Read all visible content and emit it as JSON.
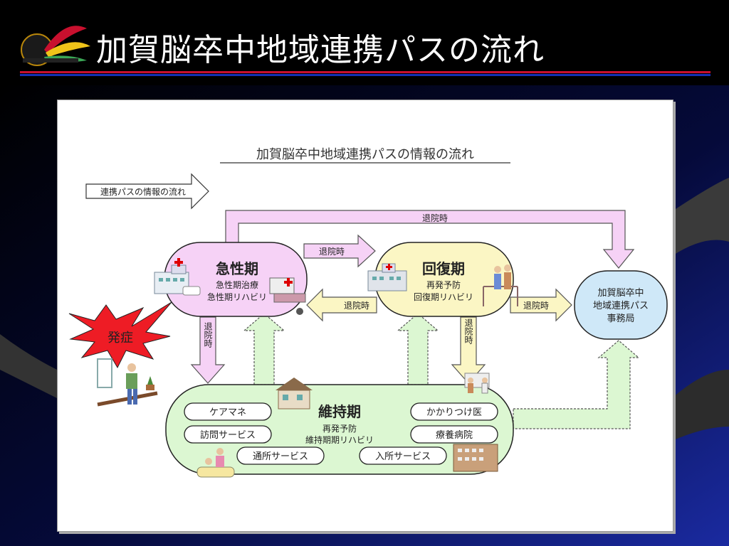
{
  "slide": {
    "title": "加賀脳卒中地域連携パスの流れ"
  },
  "diagram": {
    "title": "加賀脳卒中地域連携パスの情報の流れ",
    "legend_label": "連携パスの情報の流れ",
    "acute": {
      "title": "急性期",
      "line1": "急性期治療",
      "line2": "急性期リハビリ"
    },
    "recovery": {
      "title": "回復期",
      "line1": "再発予防",
      "line2": "回復期リハビリ"
    },
    "office": {
      "line1": "加賀脳卒中",
      "line2": "地域連携パス",
      "line3": "事務局"
    },
    "maintenance": {
      "title": "維持期",
      "line1": "再発予防",
      "line2": "維持期期リハビリ"
    },
    "services": {
      "care_manager": "ケアマネ",
      "home_visit": "訪問サービス",
      "day_service": "通所サービス",
      "family_doctor": "かかりつけ医",
      "care_hospital": "療養病院",
      "residential": "入所サービス"
    },
    "onset": "発症",
    "arrows": {
      "top_discharge": "退院時",
      "acute_to_recovery": "退院時",
      "recovery_to_acute": "退院時",
      "recovery_to_office": "退院時",
      "acute_down": "退院時",
      "recovery_down": "退院時"
    }
  },
  "colors": {
    "acute_fill": "#f6d2f6",
    "recovery_fill": "#fbf6c4",
    "office_fill": "#cfe8f8",
    "maintenance_fill": "#dcf7d2",
    "arrow_pink": "#f6d2f6",
    "arrow_yellow": "#fbf6c4",
    "arrow_green": "#dcf7d2",
    "onset_red": "#ee1c25"
  }
}
